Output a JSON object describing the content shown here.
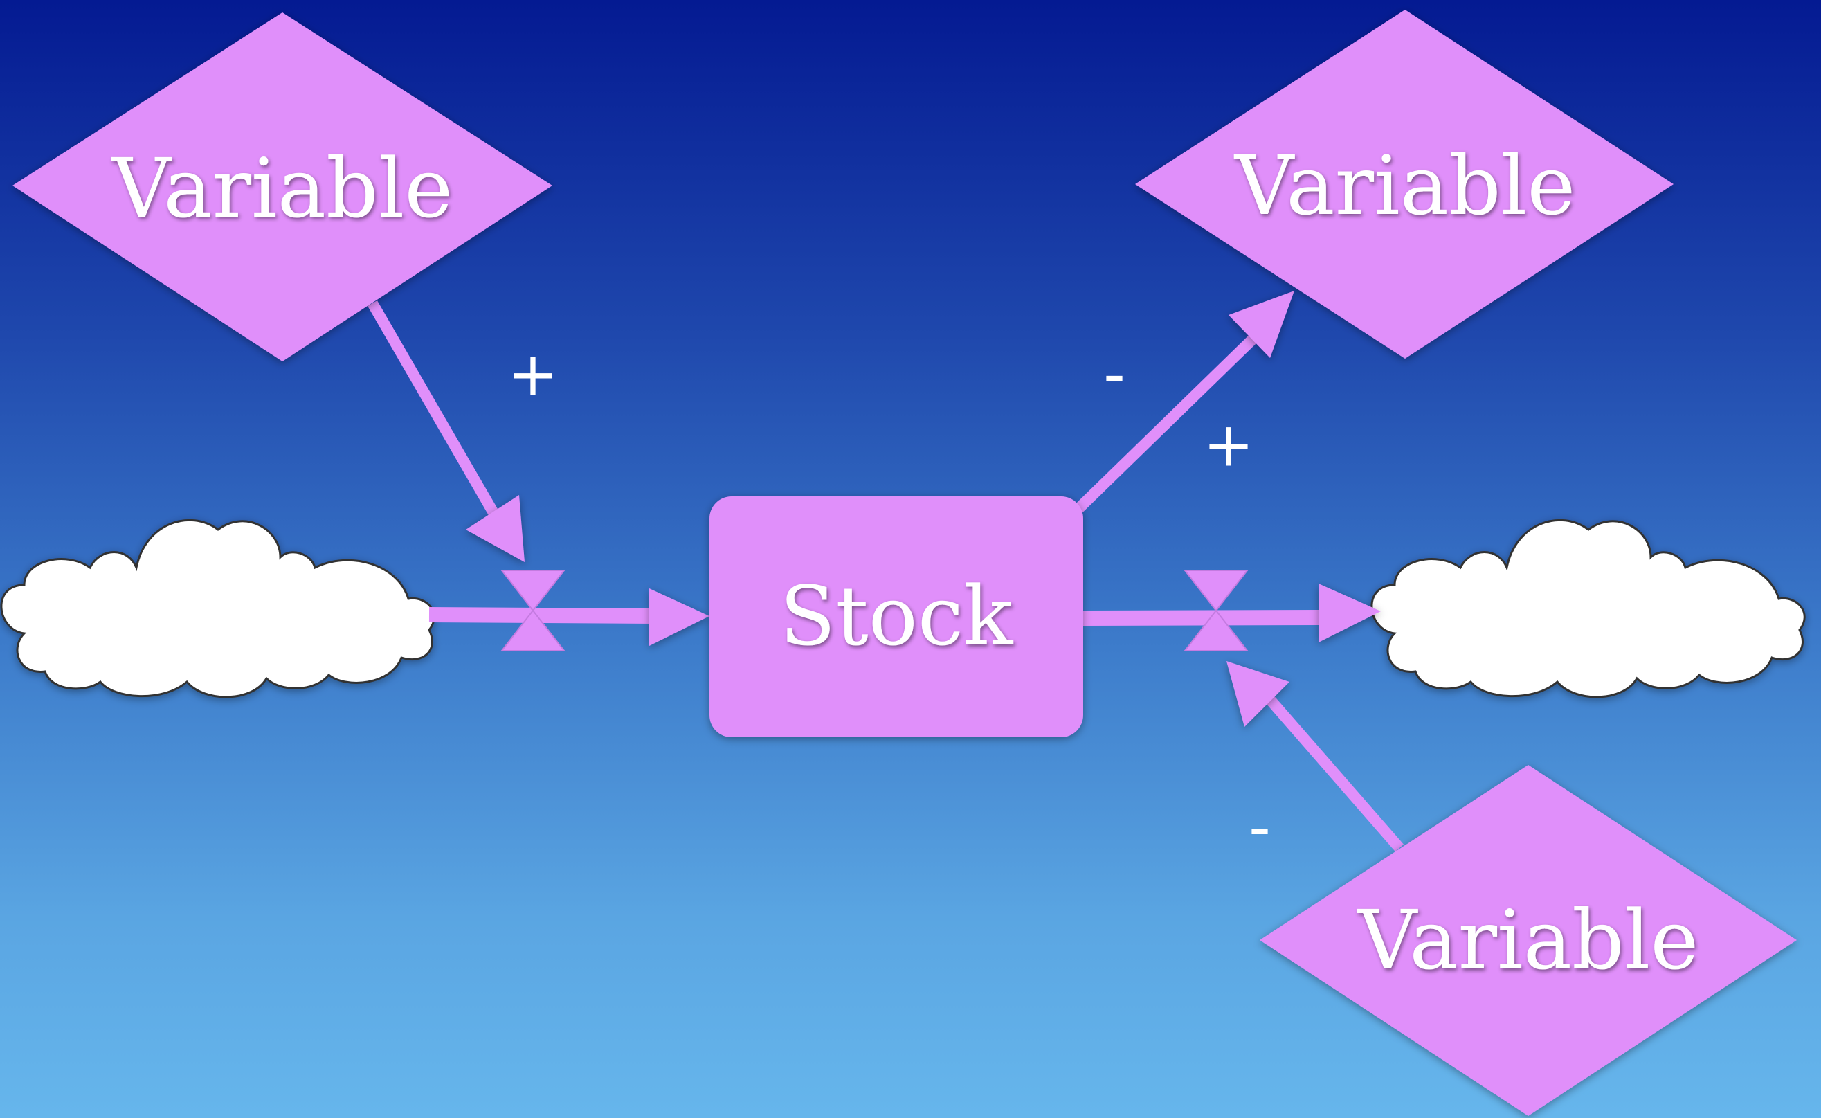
{
  "diagram": {
    "stock": {
      "label": "Stock"
    },
    "variables": [
      {
        "id": "var-top-left",
        "label": "Variable"
      },
      {
        "id": "var-top-right",
        "label": "Variable"
      },
      {
        "id": "var-bottom-right",
        "label": "Variable"
      }
    ],
    "links": [
      {
        "id": "link-inflow",
        "sign": "+"
      },
      {
        "id": "link-stock-to-var",
        "sign": "-"
      },
      {
        "id": "link-outflow-stock",
        "sign": "+"
      },
      {
        "id": "link-outflow",
        "sign": "-"
      }
    ],
    "icons": [
      "cloud-source-icon",
      "cloud-sink-icon",
      "valve-icon"
    ],
    "colors": {
      "node_fill": "#e08ffa",
      "arrow": "#e08ffa",
      "text": "#ffffff",
      "background_top": "#041a92",
      "background_bottom": "#66b6ec"
    }
  }
}
